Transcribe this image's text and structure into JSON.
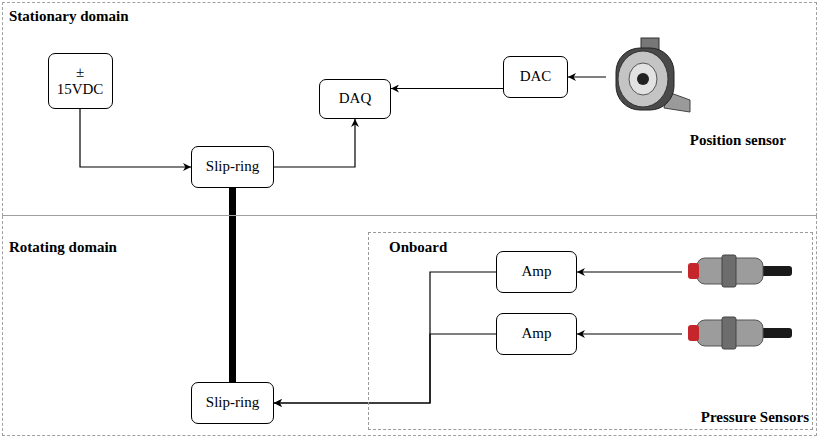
{
  "diagram": {
    "nodes": [
      {
        "text": [
          "Stationary domain"
        ]
      },
      {
        "text": [
          "±",
          "15VDC"
        ],
        "in": 0
      },
      {
        "text": [
          "Slip-ring"
        ],
        "in": 0
      },
      {
        "text": [
          "DAQ"
        ],
        "in": 0
      },
      {
        "text": [
          "DAC"
        ],
        "in": 0
      },
      {
        "text": [
          "Position sensor"
        ],
        "in": 0
      },
      {
        "text": [
          "Rotating domain"
        ]
      },
      {
        "text": [
          "Slip-ring"
        ],
        "in": 6
      },
      {
        "text": [
          "Onboard"
        ],
        "in": 6
      },
      {
        "text": [
          "Amp"
        ],
        "in": 8
      },
      {
        "text": [
          "Amp"
        ],
        "in": 8
      },
      {
        "text": [
          "Pressure Sensors"
        ],
        "in": 8
      }
    ],
    "edges": [
      {
        "from": 1,
        "to": 2,
        "arrow": "to"
      },
      {
        "from": 2,
        "to": 3,
        "arrow": "to"
      },
      {
        "from": 4,
        "to": 3,
        "arrow": "to"
      },
      {
        "from": 5,
        "to": 4,
        "arrow": "to"
      },
      {
        "from": 2,
        "to": 7,
        "arrow": "none"
      },
      {
        "from": 9,
        "to": 7,
        "arrow": "to"
      },
      {
        "from": 10,
        "to": 7,
        "arrow": "to"
      },
      {
        "from": 11,
        "to": 9,
        "arrow": "to"
      },
      {
        "from": 11,
        "to": 10,
        "arrow": "to"
      }
    ]
  }
}
